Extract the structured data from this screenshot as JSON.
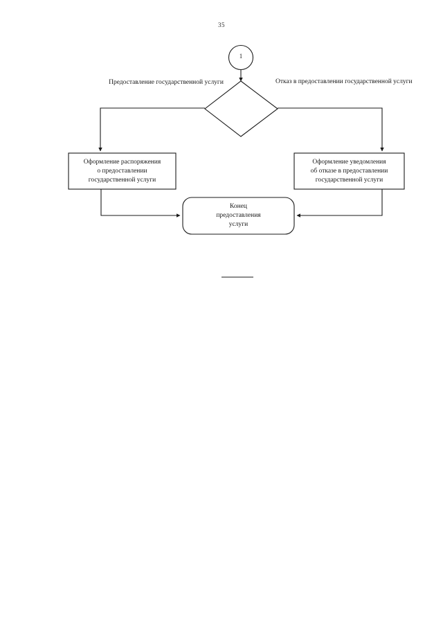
{
  "document": {
    "page_number": "35",
    "type": "flowchart",
    "language": "ru"
  },
  "diagram": {
    "connector": {
      "name": "off-page-connector",
      "label": "1",
      "shape": "circle"
    },
    "decision": {
      "name": "decision-diamond",
      "label": "",
      "shape": "diamond"
    },
    "branch_labels": {
      "left": {
        "line1": "Предоставление",
        "line2": "государственной услуги"
      },
      "right": {
        "line1": "Отказ в предоставлении",
        "line2": "государственной услуги"
      }
    },
    "nodes": [
      {
        "id": "process-left",
        "shape": "rectangle",
        "line1": "Оформление распоряжения",
        "line2": "о предоставлении",
        "line3": "государственной услуги"
      },
      {
        "id": "process-right",
        "shape": "rectangle",
        "line1": "Оформление уведомления",
        "line2": "об отказе в предоставлении",
        "line3": "государственной услуги"
      },
      {
        "id": "terminal-end",
        "shape": "rounded-rectangle",
        "line1": "Конец",
        "line2": "предоставления",
        "line3": "услуги"
      }
    ],
    "colors": {
      "stroke": "#1a1a1a",
      "background": "#ffffff",
      "text": "#1a1a1a"
    }
  }
}
